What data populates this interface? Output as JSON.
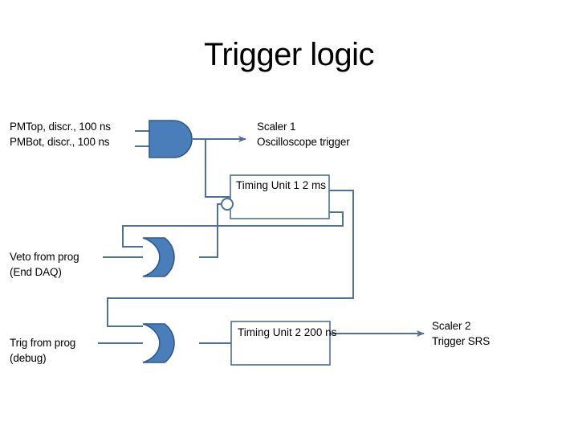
{
  "slide": {
    "title": "Trigger logic",
    "background": "#ffffff"
  },
  "colors": {
    "gate_fill": "#4a7ebb",
    "gate_stroke": "#31588c",
    "wire": "#4f7196",
    "box_stroke": "#4f7196",
    "box_fill": "#ffffff",
    "text": "#000000"
  },
  "inputs": {
    "pmtop": {
      "line1": "PMTop, discr., 100 ns"
    },
    "pmbot": {
      "line1": "PMBot, discr., 100 ns"
    },
    "veto": {
      "line1": "Veto from prog",
      "line2": "(End DAQ)"
    },
    "trig": {
      "line1": "Trig from prog",
      "line2": "(debug)"
    }
  },
  "outputs": {
    "scaler1": {
      "line1": "Scaler 1",
      "line2": "Oscilloscope trigger"
    },
    "scaler2": {
      "line1": "Scaler 2",
      "line2": "Trigger SRS"
    }
  },
  "blocks": {
    "timing_unit_1": {
      "name": "Timing Unit 1",
      "value": "2 ms"
    },
    "timing_unit_2": {
      "name": "Timing Unit 2",
      "value": "200 ns"
    }
  },
  "gates": {
    "and_gate": {
      "type": "AND",
      "inputs": 2
    },
    "or_gate_1": {
      "type": "OR",
      "inputs": 2
    },
    "or_gate_2": {
      "type": "OR",
      "inputs": 2
    }
  }
}
